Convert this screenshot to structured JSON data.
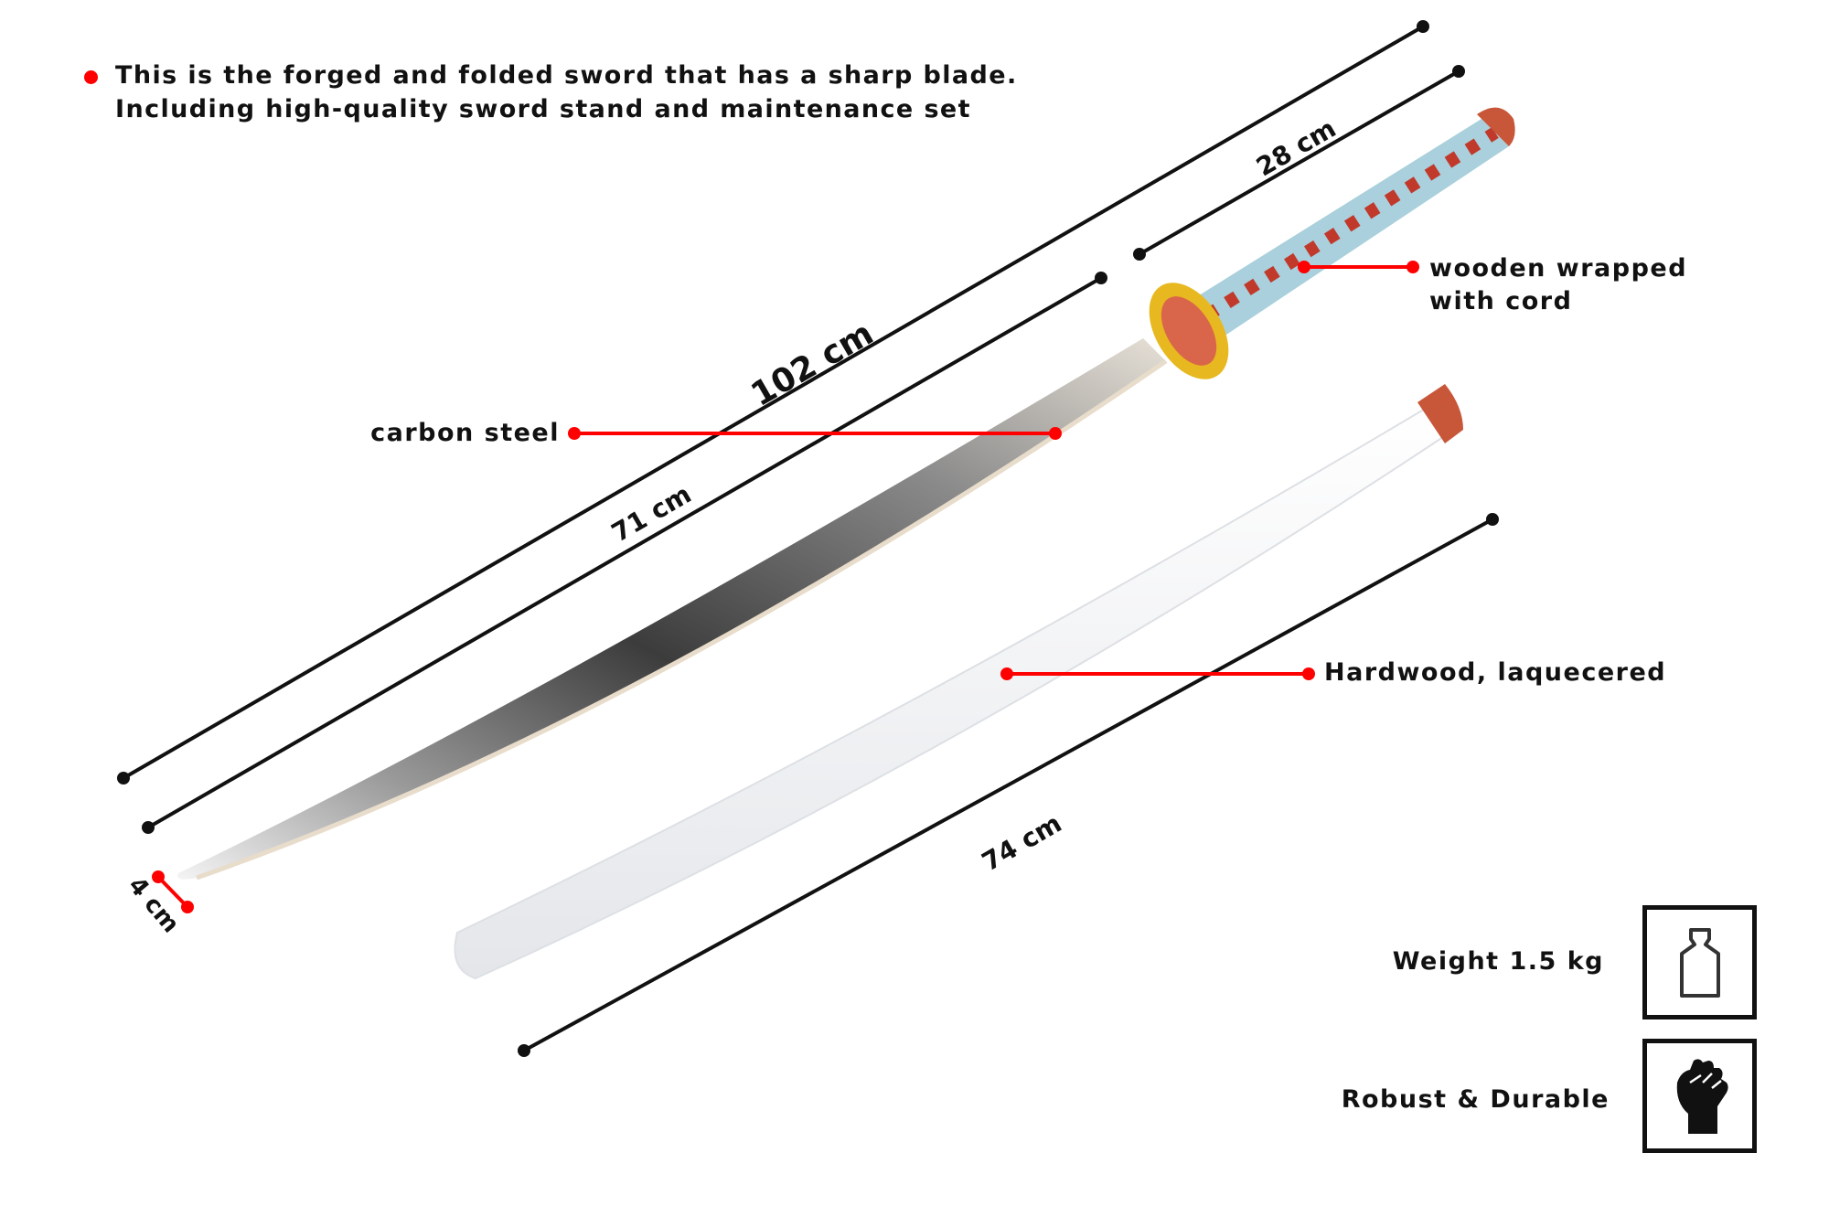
{
  "intro": {
    "line1": "This is the forged and folded sword that has a sharp blade.",
    "line2": "Including high-quality sword stand and maintenance set"
  },
  "dimensions": {
    "total_length": "102 cm",
    "blade_length": "71 cm",
    "handle_length": "28 cm",
    "scabbard_length": "74 cm",
    "blade_width": "4 cm"
  },
  "callouts": {
    "blade": "carbon steel",
    "handle_line1": "wooden wrapped",
    "handle_line2": "with cord",
    "scabbard": "Hardwood, laquecered"
  },
  "features": [
    {
      "label": "Weight 1.5 kg",
      "icon": "weight-icon"
    },
    {
      "label": "Robust & Durable",
      "icon": "fist-icon"
    }
  ],
  "colors": {
    "accent": "#ff0000",
    "handle": "#a9d0dc",
    "cord": "#c0392b",
    "guard": "#e8b820",
    "pommel": "#c8573a"
  }
}
